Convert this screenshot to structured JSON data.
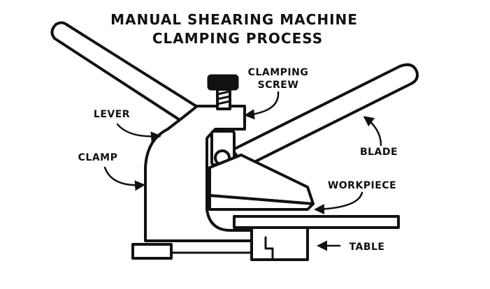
{
  "title": {
    "line1": "MANUAL SHEARING MACHINE",
    "line2": "CLAMPING PROCESS"
  },
  "labels": {
    "clamping_screw_line1": "CLAMPING",
    "clamping_screw_line2": "SCREW",
    "lever": "LEVER",
    "clamp": "CLAMP",
    "blade": "BLADE",
    "workpiece": "WORKPIECE",
    "table": "TABLE"
  },
  "colors": {
    "ink": "#111111",
    "background": "#ffffff"
  }
}
